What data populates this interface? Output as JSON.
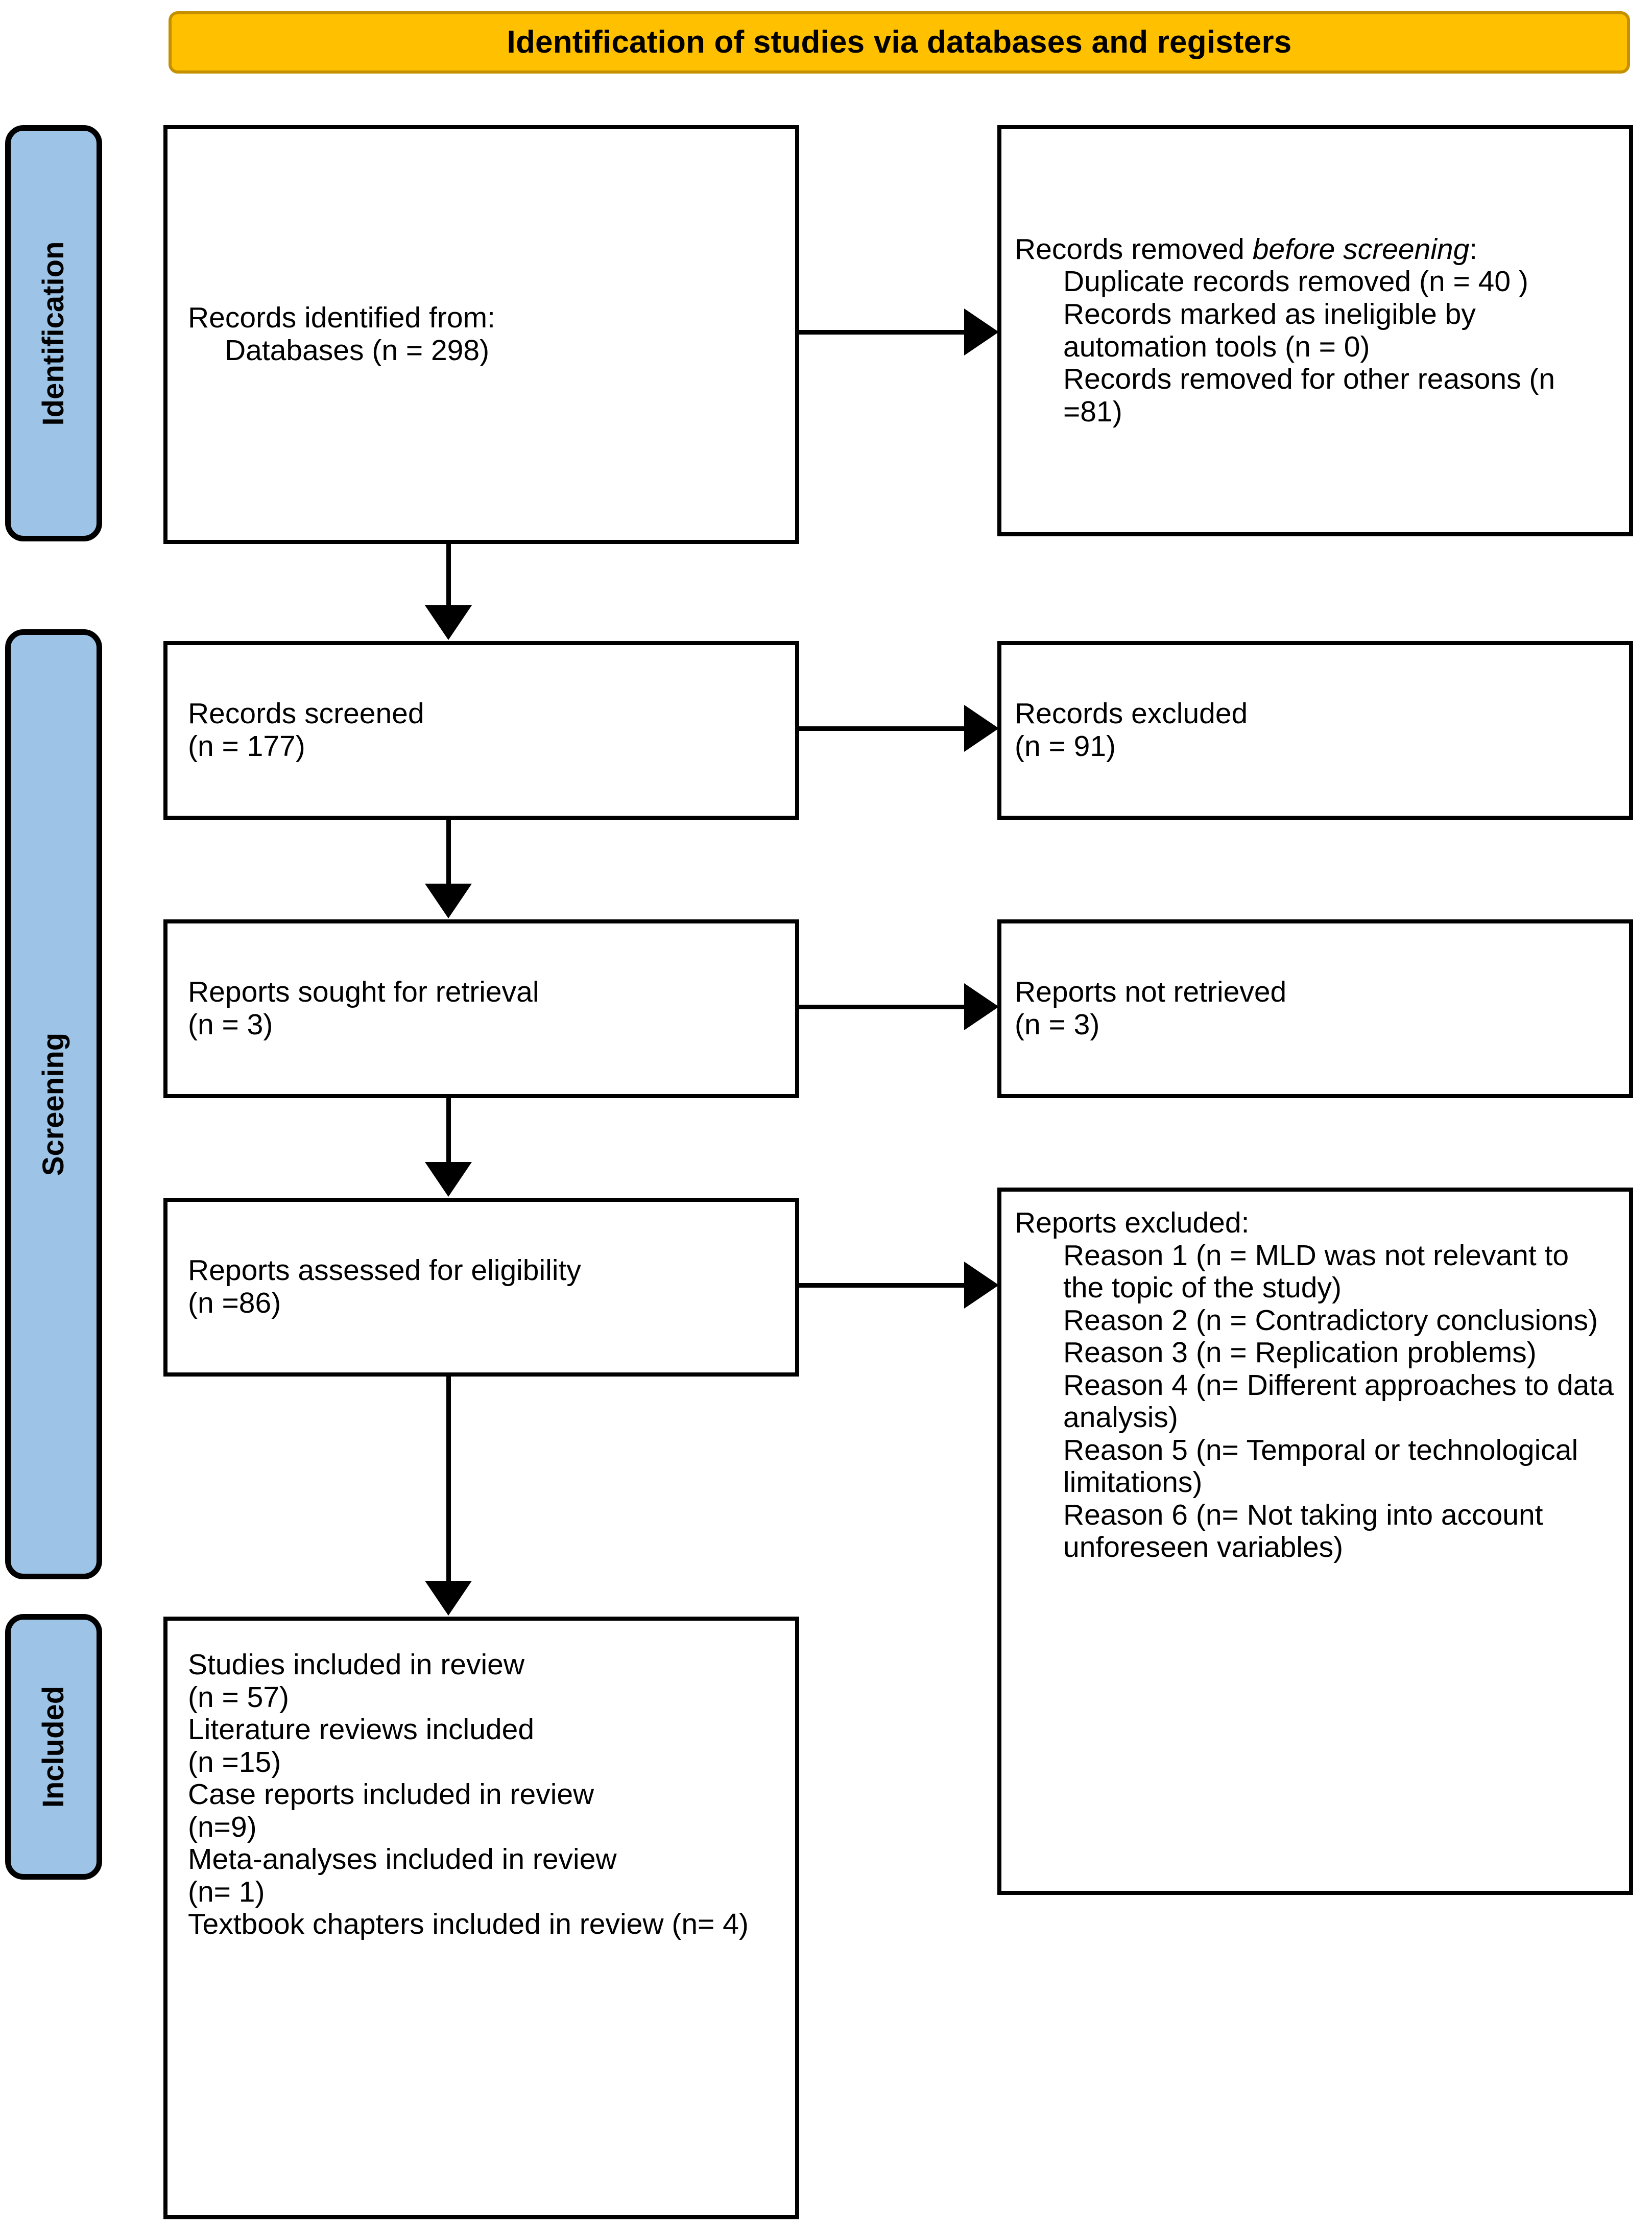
{
  "banner": {
    "title": "Identification of studies via databases and registers"
  },
  "stages": [
    {
      "name": "identification",
      "label": "Identification"
    },
    {
      "name": "screening",
      "label": "Screening"
    },
    {
      "name": "included",
      "label": "Included"
    }
  ],
  "boxes": {
    "records_identified": {
      "name": "records-identified-box",
      "lines": [
        {
          "text": "Records identified from:",
          "indent": false
        },
        {
          "text": "Databases (n = 298)",
          "indent": true
        }
      ]
    },
    "records_removed": {
      "name": "records-removed-before-screening-box",
      "heading_plain": "Records removed ",
      "heading_italic": "before screening",
      "heading_tail": ":",
      "lines": [
        {
          "text": "Duplicate records removed (n = 40 )",
          "indent": true
        },
        {
          "text": "Records marked as ineligible by automation tools (n = 0)",
          "indent": true
        },
        {
          "text": "Records removed for other reasons (n =81)",
          "indent": true
        }
      ]
    },
    "records_screened": {
      "name": "records-screened-box",
      "lines": [
        {
          "text": "Records screened",
          "indent": false
        },
        {
          "text": "(n = 177)",
          "indent": false
        }
      ]
    },
    "records_excluded": {
      "name": "records-excluded-box",
      "lines": [
        {
          "text": "Records excluded",
          "indent": false
        },
        {
          "text": "(n = 91)",
          "indent": false
        }
      ]
    },
    "reports_sought": {
      "name": "reports-sought-for-retrieval-box",
      "lines": [
        {
          "text": "Reports sought for retrieval",
          "indent": false
        },
        {
          "text": "(n = 3)",
          "indent": false
        }
      ]
    },
    "reports_not_retrieved": {
      "name": "reports-not-retrieved-box",
      "lines": [
        {
          "text": "Reports not retrieved",
          "indent": false
        },
        {
          "text": "(n = 3)",
          "indent": false
        }
      ]
    },
    "reports_assessed": {
      "name": "reports-assessed-for-eligibility-box",
      "lines": [
        {
          "text": "Reports assessed for eligibility",
          "indent": false
        },
        {
          "text": "(n =86)",
          "indent": false
        }
      ]
    },
    "reports_excluded": {
      "name": "reports-excluded-box",
      "heading": "Reports excluded:",
      "lines": [
        {
          "text": "Reason 1 (n = MLD was not relevant to the topic of the study)",
          "indent": true
        },
        {
          "text": "Reason 2 (n = Contradictory conclusions)",
          "indent": true
        },
        {
          "text": "Reason 3 (n = Replication problems)",
          "indent": true
        },
        {
          "text": "Reason 4 (n= Different approaches to data analysis)",
          "indent": true
        },
        {
          "text": "Reason 5 (n= Temporal or technological limitations)",
          "indent": true
        },
        {
          "text": "Reason 6 (n= Not taking into account unforeseen variables)",
          "indent": true
        }
      ]
    },
    "studies_included": {
      "name": "studies-included-in-review-box",
      "lines": [
        {
          "text": "Studies included in review",
          "indent": false
        },
        {
          "text": "(n = 57)",
          "indent": false
        },
        {
          "text": "Literature reviews included",
          "indent": false
        },
        {
          "text": "(n =15)",
          "indent": false
        },
        {
          "text": "Case reports included in review",
          "indent": false
        },
        {
          "text": "(n=9)",
          "indent": false
        },
        {
          "text": "Meta-analyses included in review",
          "indent": false
        },
        {
          "text": "(n= 1)",
          "indent": false
        },
        {
          "text": "Textbook chapters included in review (n= 4)",
          "indent": false
        }
      ]
    }
  },
  "colors": {
    "banner_fill": "#FFC000",
    "banner_border": "#C49000",
    "stagebar_fill": "#9DC3E6",
    "box_border": "#000000",
    "box_fill": "#FFFFFF",
    "connector": "#000000"
  }
}
